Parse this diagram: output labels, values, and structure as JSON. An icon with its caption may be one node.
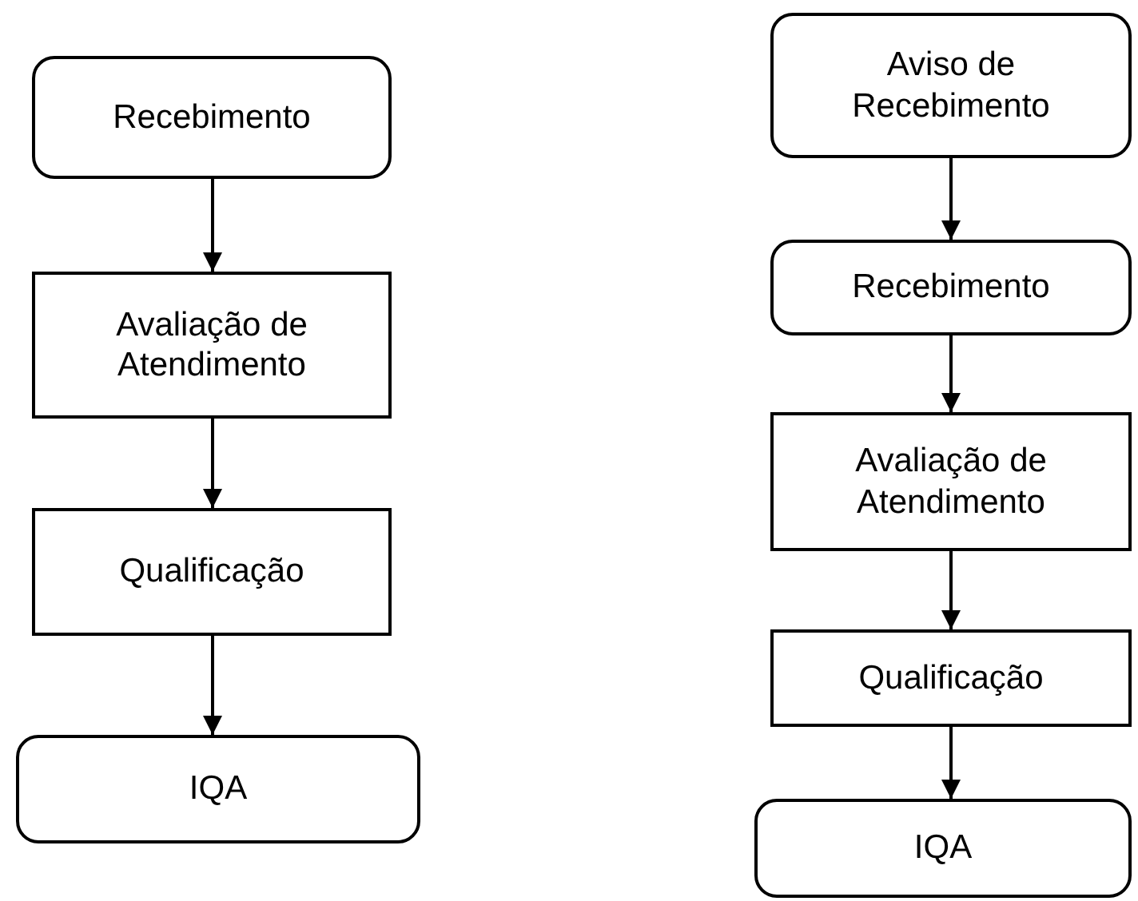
{
  "diagram": {
    "nodes": [
      {
        "text": [
          "Recebimento"
        ]
      },
      {
        "text": [
          "Avaliação de Atendimento"
        ]
      },
      {
        "text": [
          "Qualificação"
        ]
      },
      {
        "text": [
          "IQA"
        ]
      },
      {
        "text": [
          "Aviso de Recebimento"
        ]
      },
      {
        "text": [
          "Recebimento"
        ]
      },
      {
        "text": [
          "Avaliação de Atendimento"
        ]
      },
      {
        "text": [
          "Qualificação"
        ]
      },
      {
        "text": [
          "IQA"
        ]
      }
    ],
    "edges": [
      {
        "from": 0,
        "to": 1,
        "arrow": "to"
      },
      {
        "from": 1,
        "to": 2,
        "arrow": "to"
      },
      {
        "from": 2,
        "to": 3,
        "arrow": "to"
      },
      {
        "from": 4,
        "to": 5,
        "arrow": "to"
      },
      {
        "from": 5,
        "to": 6,
        "arrow": "to"
      },
      {
        "from": 6,
        "to": 7,
        "arrow": "to"
      },
      {
        "from": 7,
        "to": 8,
        "arrow": "to"
      }
    ]
  }
}
